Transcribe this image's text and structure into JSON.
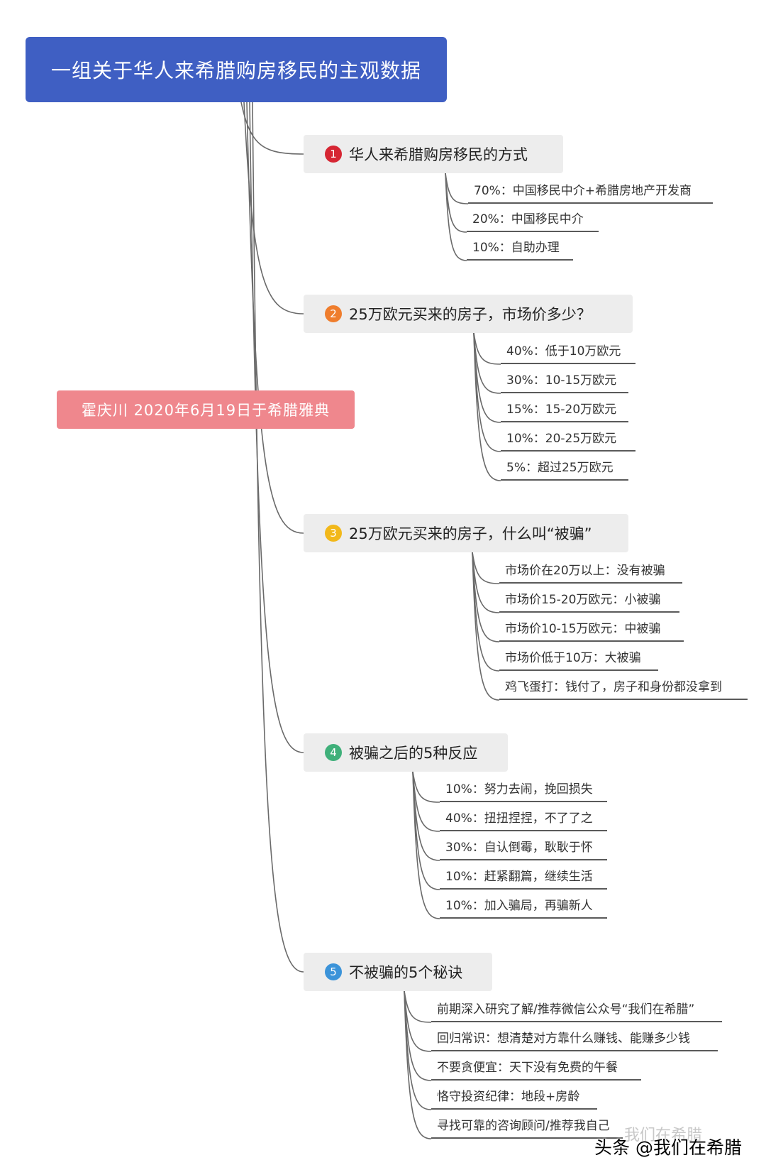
{
  "title": "一组关于华人来希腊购房移民的主观数据",
  "author_note": "霍庆川 2020年6月19日于希腊雅典",
  "colors": {
    "root": "#3f5fc3",
    "author": "#ef878d",
    "badge_1": "#d62633",
    "badge_2": "#ef7d2d",
    "badge_3": "#f2b81a",
    "badge_4": "#3fb07a",
    "badge_5": "#3b93d9"
  },
  "branches": [
    {
      "number": "1",
      "label": "华人来希腊购房移民的方式",
      "leaves": [
        "70%：中国移民中介+希腊房地产开发商",
        "20%：中国移民中介",
        "10%：自助办理"
      ]
    },
    {
      "number": "2",
      "label": "25万欧元买来的房子，市场价多少？",
      "leaves": [
        "40%：低于10万欧元",
        "30%：10-15万欧元",
        "15%：15-20万欧元",
        "10%：20-25万欧元",
        "5%：超过25万欧元"
      ]
    },
    {
      "number": "3",
      "label": "25万欧元买来的房子，什么叫“被骗”",
      "leaves": [
        "市场价在20万以上：没有被骗",
        "市场价15-20万欧元：小被骗",
        "市场价10-15万欧元：中被骗",
        "市场价低于10万：大被骗",
        "鸡飞蛋打：钱付了，房子和身份都没拿到"
      ]
    },
    {
      "number": "4",
      "label": "被骗之后的5种反应",
      "leaves": [
        "10%：努力去闹，挽回损失",
        "40%：扭扭捏捏，不了了之",
        "30%：自认倒霉，耿耿于怀",
        "10%：赶紧翻篇，继续生活",
        "10%：加入骗局，再骗新人"
      ]
    },
    {
      "number": "5",
      "label": "不被骗的5个秘诀",
      "leaves": [
        "前期深入研究了解/推荐微信公众号“我们在希腊”",
        "回归常识：想清楚对方靠什么赚钱、能赚多少钱",
        "不要贪便宜：天下没有免费的午餐",
        "恪守投资纪律：地段+房龄",
        "寻找可靠的咨询顾问/推荐我自己"
      ]
    }
  ],
  "watermark": {
    "faint": "我们在希腊",
    "main": "头条 @我们在希腊"
  }
}
